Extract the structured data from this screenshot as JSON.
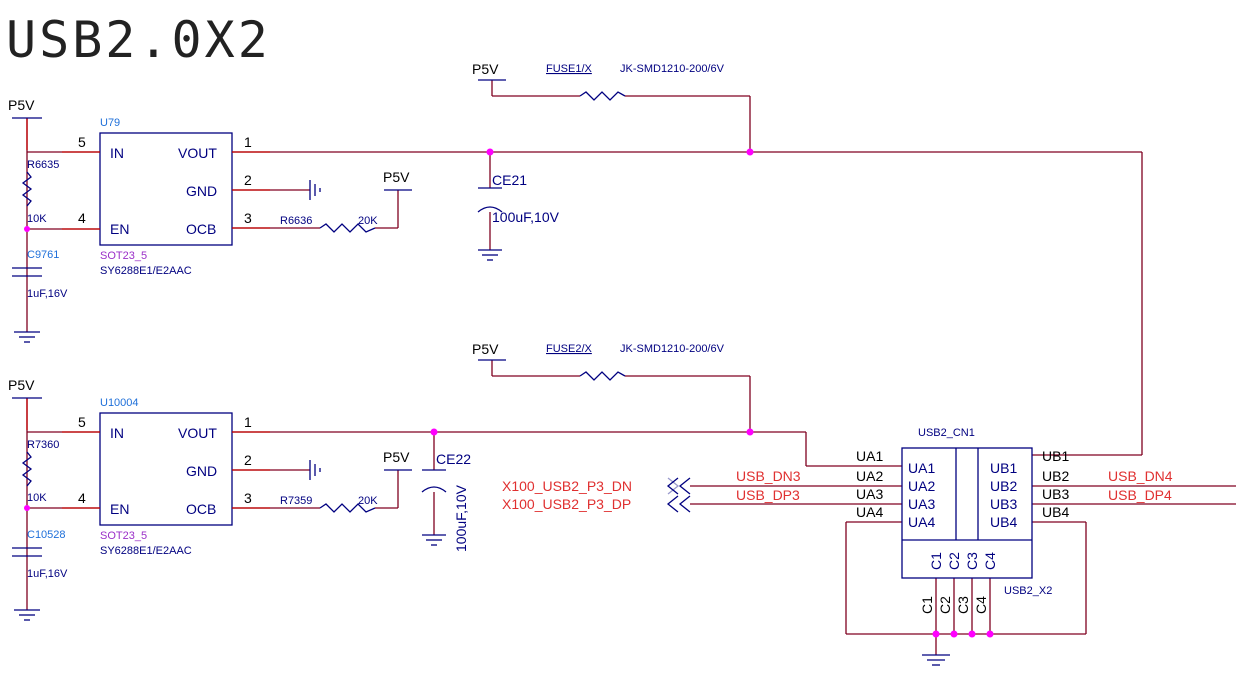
{
  "title": "USB2.0X2",
  "power": {
    "p5v": "P5V"
  },
  "fuse1": {
    "ref": "FUSE1/X",
    "part": "JK-SMD1210-200/6V"
  },
  "fuse2": {
    "ref": "FUSE2/X",
    "part": "JK-SMD1210-200/6V"
  },
  "u79": {
    "ref": "U79",
    "pkg": "SOT23_5",
    "part": "SY6288E1/E2AAC",
    "pin_in": "IN",
    "pin_en": "EN",
    "pin_vout": "VOUT",
    "pin_gnd": "GND",
    "pin_ocb": "OCB",
    "n5": "5",
    "n4": "4",
    "n1": "1",
    "n2": "2",
    "n3": "3"
  },
  "u10004": {
    "ref": "U10004",
    "pkg": "SOT23_5",
    "part": "SY6288E1/E2AAC",
    "pin_in": "IN",
    "pin_en": "EN",
    "pin_vout": "VOUT",
    "pin_gnd": "GND",
    "pin_ocb": "OCB",
    "n5": "5",
    "n4": "4",
    "n1": "1",
    "n2": "2",
    "n3": "3"
  },
  "r6635": {
    "ref": "R6635",
    "value": "10K"
  },
  "r7360": {
    "ref": "R7360",
    "value": "10K"
  },
  "c9761": {
    "ref": "C9761",
    "value": "1uF,16V"
  },
  "c10528": {
    "ref": "C10528",
    "value": "1uF,16V"
  },
  "r6636": {
    "ref": "R6636",
    "value": "20K"
  },
  "r7359": {
    "ref": "R7359",
    "value": "20K"
  },
  "ce21": {
    "ref": "CE21",
    "value": "100uF,10V"
  },
  "ce22": {
    "ref": "CE22",
    "value": "100uF,10V"
  },
  "connector": {
    "ref": "USB2_CN1",
    "part": "USB2_X2",
    "left_pins": [
      "UA1",
      "UA2",
      "UA3",
      "UA4"
    ],
    "right_pins": [
      "UB1",
      "UB2",
      "UB3",
      "UB4"
    ],
    "bottom_pins": [
      "C1",
      "C2",
      "C3",
      "C4"
    ],
    "outer_left": [
      "UA1",
      "UA2",
      "UA3",
      "UA4"
    ],
    "outer_right": [
      "UB1",
      "UB2",
      "UB3",
      "UB4"
    ]
  },
  "nets": {
    "usb_dn3": "USB_DN3",
    "usb_dp3": "USB_DP3",
    "usb_dn4": "USB_DN4",
    "usb_dp4": "USB_DP4",
    "x100_dn": "X100_USB2_P3_DN",
    "x100_dp": "X100_USB2_P3_DP"
  },
  "colors": {
    "wire": "#800020",
    "red": "#e03030",
    "navy": "#000080",
    "junction": "#ff00ff",
    "pin": "#c00000"
  }
}
